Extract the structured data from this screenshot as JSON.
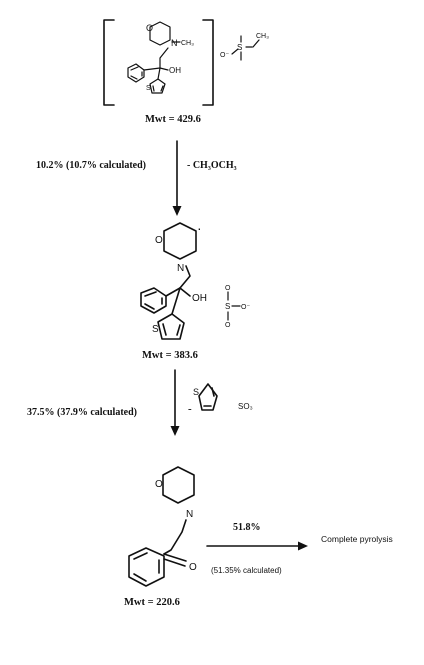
{
  "molecule1": {
    "atoms": {
      "o": "O",
      "n": "N",
      "ch3": "CH₃",
      "oh": "OH",
      "s": "S"
    },
    "counterion": {
      "o_minus": "O⁻",
      "s": "S",
      "ch3": "CH₃"
    },
    "mwt": "Mwt = 429.6"
  },
  "step1": {
    "loss": "10.2% (10.7% calculated)",
    "fragment": "- CH₃OCH₃"
  },
  "molecule2": {
    "atoms": {
      "o": "O",
      "n": "N",
      "oh": "OH",
      "s": "S",
      "dot": "·"
    },
    "fragment": {
      "s": "S",
      "o1": "O",
      "o2": "O",
      "o_minus": "O⁻"
    },
    "mwt": "Mwt = 383.6"
  },
  "step2": {
    "loss": "37.5% (37.9% calculated)",
    "dash": "-",
    "thiophene_s": "S",
    "so3": "SO₃"
  },
  "molecule3": {
    "atoms": {
      "o_ring": "O",
      "n": "N",
      "o_ketone": "O"
    },
    "mwt": "Mwt = 220.6"
  },
  "step3": {
    "loss": "51.8%",
    "calc": "(51.35% calculated)",
    "product": "Complete pyrolysis"
  }
}
